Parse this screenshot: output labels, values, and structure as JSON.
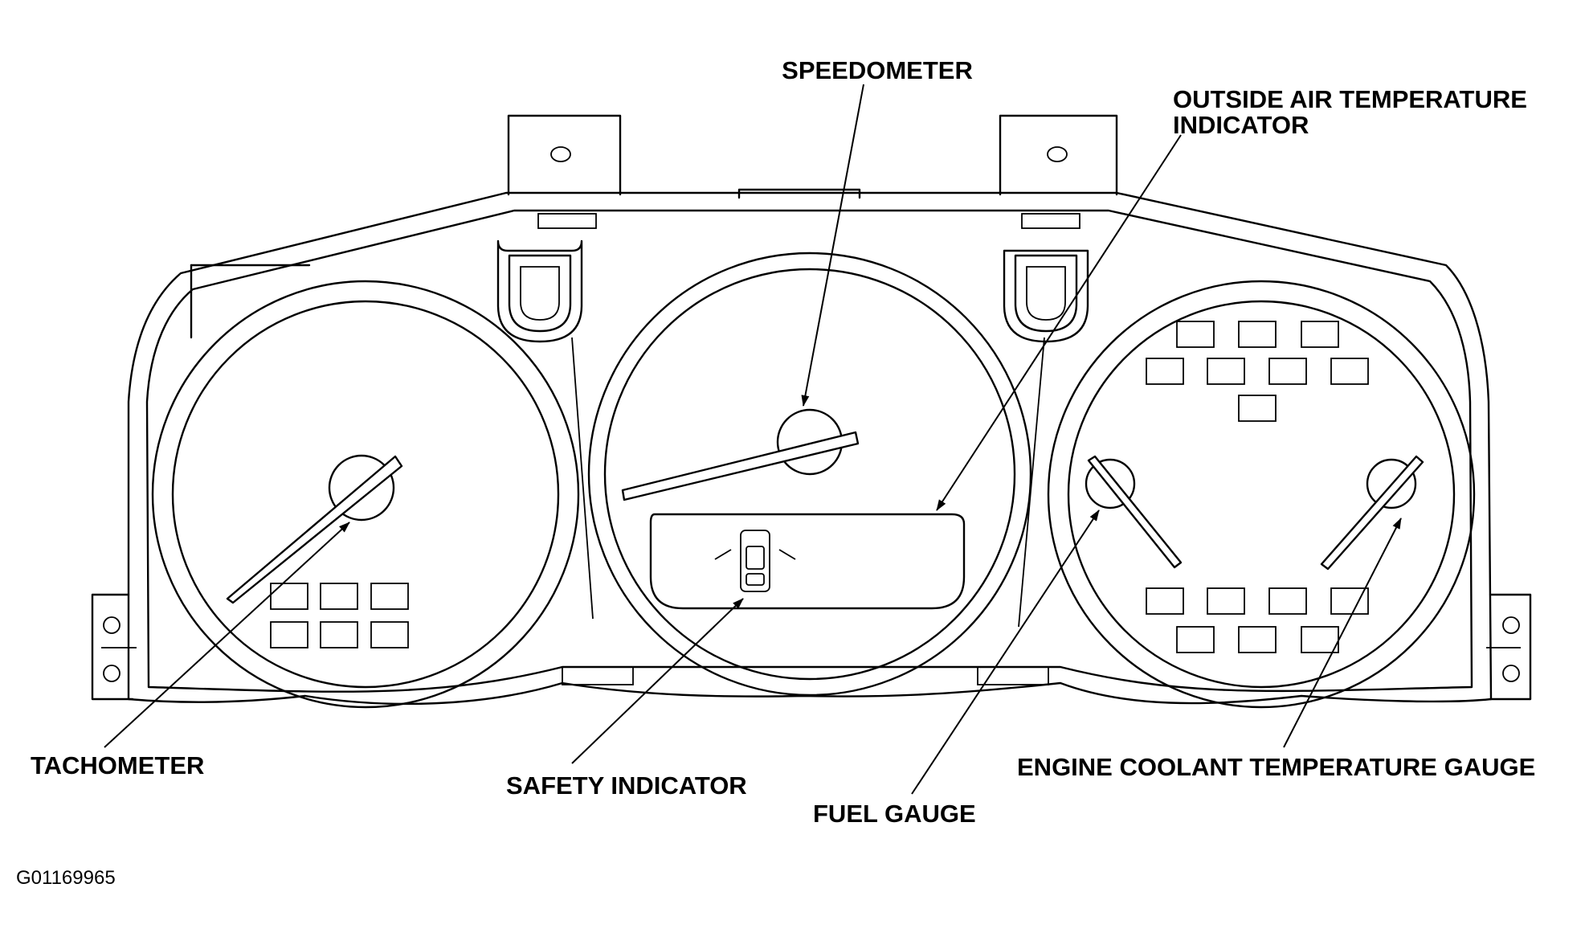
{
  "labels": {
    "speedometer": "SPEEDOMETER",
    "outside_air_line1": "OUTSIDE AIR TEMPERATURE",
    "outside_air_line2": "INDICATOR",
    "tachometer": "TACHOMETER",
    "safety_indicator": "SAFETY INDICATOR",
    "fuel_gauge": "FUEL GAUGE",
    "engine_coolant": "ENGINE COOLANT TEMPERATURE GAUGE"
  },
  "figure_code": "G01169965"
}
